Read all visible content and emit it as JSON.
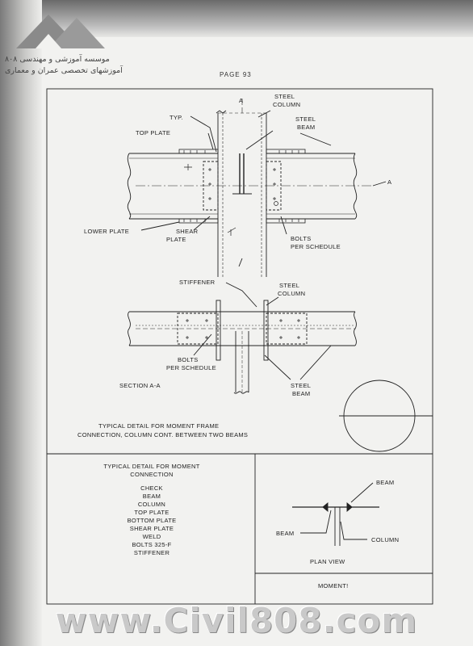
{
  "header": {
    "persian_line1": "موسسه آموزشی و مهندسی ۸۰۸",
    "persian_line2": "آموزشهای تخصصی عمران و معماری",
    "page_number": "PAGE 93"
  },
  "elevation": {
    "steel_column": [
      "STEEL",
      "COLUMN"
    ],
    "steel_beam": [
      "STEEL",
      "BEAM"
    ],
    "typ": "TYP.",
    "top_plate": "TOP PLATE",
    "lower_plate": "LOWER PLATE",
    "shear_plate": [
      "SHEAR",
      "PLATE"
    ],
    "bolts": [
      "BOLTS",
      "PER SCHEDULE"
    ],
    "section_mark_top": "A",
    "section_mark_right": "A"
  },
  "section": {
    "stiffener": "STIFFENER",
    "steel_column": [
      "STEEL",
      "COLUMN"
    ],
    "bolts": [
      "BOLTS",
      "PER SCHEDULE"
    ],
    "steel_beam": [
      "STEEL",
      "BEAM"
    ],
    "title": "SECTION A-A"
  },
  "caption": [
    "TYPICAL DETAIL FOR MOMENT FRAME",
    "CONNECTION, COLUMN CONT. BETWEEN TWO BEAMS"
  ],
  "checklist": {
    "title": [
      "TYPICAL DETAIL FOR MOMENT",
      "CONNECTION"
    ],
    "items": [
      "CHECK",
      "BEAM",
      "COLUMN",
      "TOP PLATE",
      "BOTTOM PLATE",
      "SHEAR PLATE",
      "WELD",
      "BOLTS 325-F",
      "STIFFENER"
    ]
  },
  "plan": {
    "beam_top": "BEAM",
    "beam_left": "BEAM",
    "column": "COLUMN",
    "title": "PLAN VIEW",
    "moment_label": "MOMENT!"
  },
  "watermark": "www.Civil808.com",
  "colors": {
    "ink": "#222222",
    "paper": "#f2f2f0"
  }
}
